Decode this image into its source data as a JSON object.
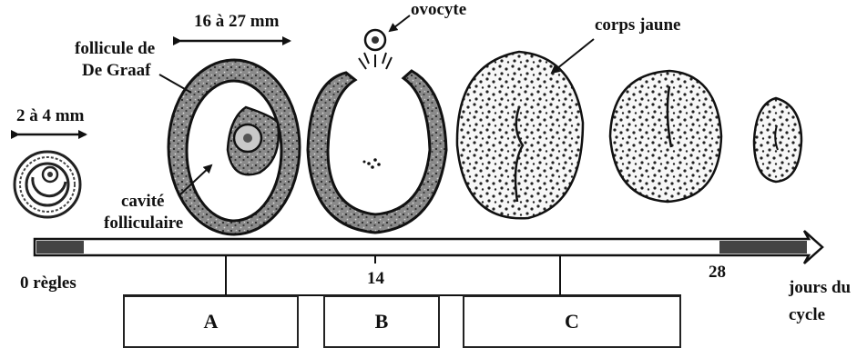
{
  "labels": {
    "size_small": "2 à 4 mm",
    "size_large": "16 à 27 mm",
    "follicule_line1": "follicule de",
    "follicule_line2": "De Graaf",
    "cavite_line1": "cavité",
    "cavite_line2": "folliculaire",
    "ovocyte": "ovocyte",
    "corps_jaune": "corps jaune"
  },
  "axis": {
    "start_label": "0 règles",
    "mid_label": "14",
    "end_label": "28",
    "unit_line1": "jours du",
    "unit_line2": "cycle"
  },
  "phases": [
    {
      "label": "A"
    },
    {
      "label": "B"
    },
    {
      "label": "C"
    }
  ]
}
